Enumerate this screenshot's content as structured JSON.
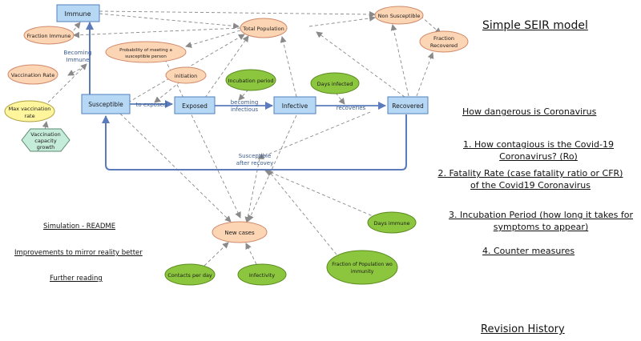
{
  "title": "Simple SEIR model",
  "stocks": {
    "immune": "Immune",
    "susceptible": "Susceptible",
    "exposed": "Exposed",
    "infective": "Infective",
    "recovered": "Recovered"
  },
  "flows": {
    "becoming_immune": [
      "Becoming",
      "Immune"
    ],
    "to_exposed": "to exposed",
    "becoming_infectious": [
      "becoming",
      "infectious"
    ],
    "recoveries": "recoveries",
    "susceptible_after_recovery": [
      "Susceptible",
      "after recovey"
    ]
  },
  "variables": {
    "total_population": "Total Population",
    "non_susceptible": "Non Susceptible",
    "fraction_recovered": [
      "Fraction",
      "Recovered"
    ],
    "fraction_immune": "Fraction Immune",
    "probability_meeting": [
      "Probability of meeting a",
      "susceptible person"
    ],
    "initiation": "initiation",
    "vaccination_rate": "Vaccination Rate",
    "new_cases": "New cases"
  },
  "converters": {
    "max_vaccination_rate": [
      "Max vaccination",
      "rate"
    ],
    "vaccination_capacity_growth": [
      "Vaccination",
      "capacity",
      "growth"
    ]
  },
  "parameters": {
    "incubation_period": "Incubation period",
    "days_infected": "Days infected",
    "days_immune": "Days immune",
    "contacts_per_day": "Contacts per day",
    "infectivity": "Infectivity",
    "fraction_population_immunity": [
      "Fraction of Population wo",
      "immunity"
    ]
  },
  "links": {
    "simulation_readme": "Simulation - README",
    "improvements": "Improvements to mirror reality better",
    "further_reading": "Further reading",
    "how_dangerous": "How dangerous is Coronavirus",
    "q1": "1. How contagious is the Covid-19 Coronavirus? (Ro)",
    "q2": "2. Fatality Rate (case fatality ratio or CFR) of the Covid19 Coronavirus",
    "q3": "3. Incubation Period (how long it takes for symptoms to appear)",
    "q4": "4. Counter measures",
    "revision_history": "Revision History"
  },
  "colors": {
    "stock_fill": "#b7d8f5",
    "stock_stroke": "#4f81bd",
    "variable_fill": "#fcd5b5",
    "variable_stroke": "#d0896a",
    "parameter_fill": "#8cc63e",
    "parameter_stroke": "#5a8a1e",
    "converter_fill": "#fff59d",
    "hexagon_fill": "#c5ebd9",
    "flow": "#5b7bbd",
    "link": "#8a8a8a"
  }
}
